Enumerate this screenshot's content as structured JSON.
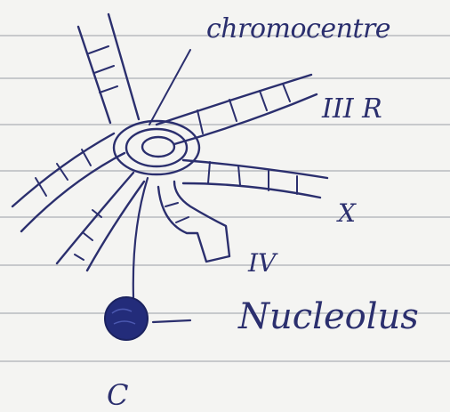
{
  "labels": {
    "chromocentre": "chromocentre",
    "arm_3r": "III R",
    "arm_x": "X",
    "arm_4": "IV",
    "nucleolus": "Nucleolus",
    "letter_c": "C"
  },
  "colors": {
    "paper": "#f4f4f2",
    "ruled_line": "#c7c9cc",
    "ink": "#2b2f6e",
    "nucleolus_fill": "#232c7a"
  }
}
